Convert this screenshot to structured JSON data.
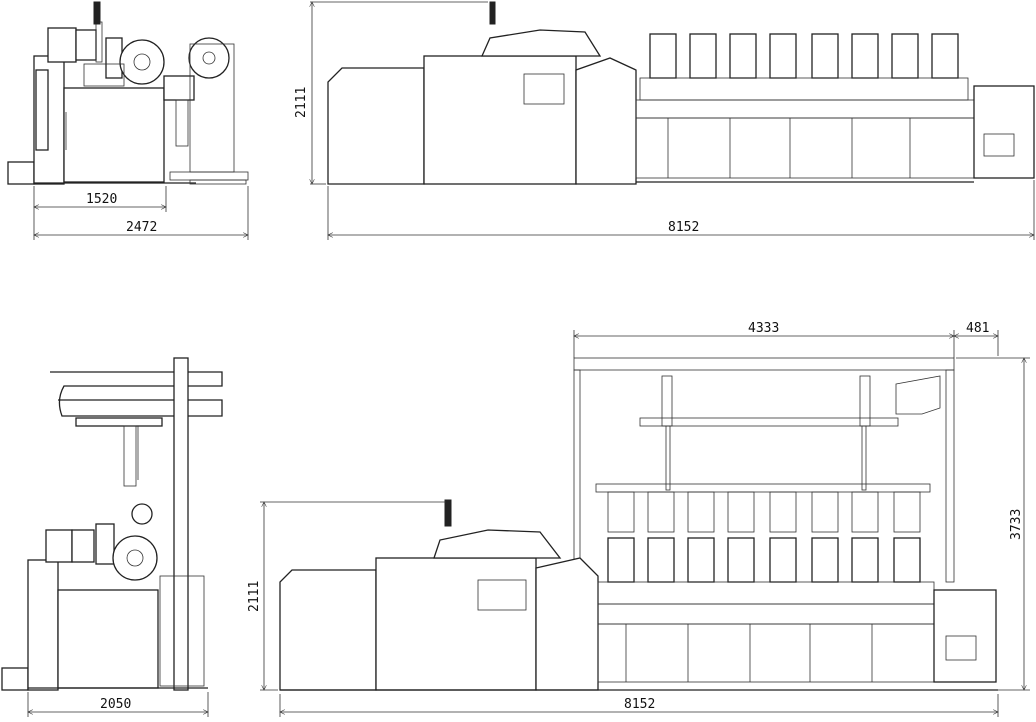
{
  "dimensions": {
    "top_side_height": "2111",
    "top_side_inner_width": "1520",
    "top_side_outer_width": "2472",
    "top_front_length": "8152",
    "bottom_side_height": "2111",
    "bottom_side_width": "2050",
    "bottom_front_length": "8152",
    "gantry_width": "4333",
    "gantry_offset": "481",
    "gantry_height": "3733"
  }
}
